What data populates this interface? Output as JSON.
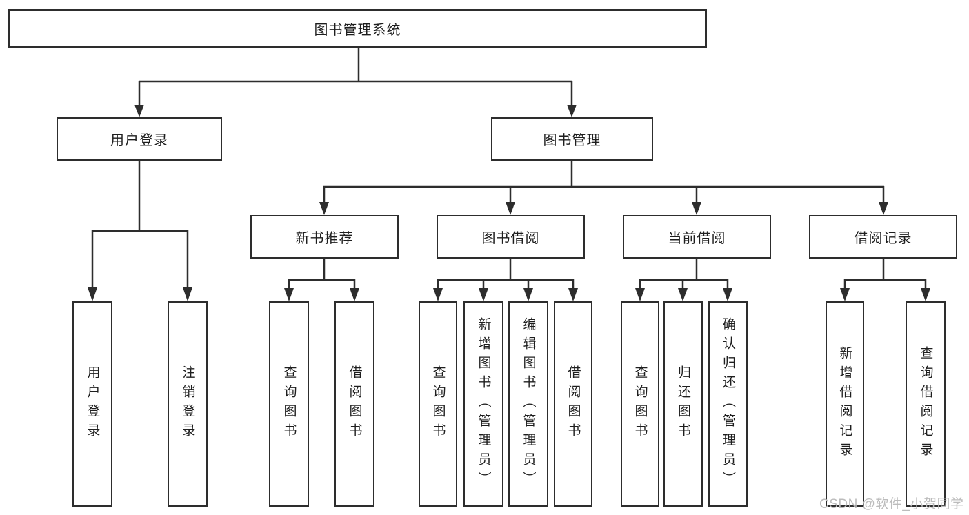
{
  "tree": {
    "label": "图书管理系统",
    "children": [
      {
        "label": "用户登录",
        "children": [
          {
            "label": "用户登录"
          },
          {
            "label": "注销登录"
          }
        ]
      },
      {
        "label": "图书管理",
        "children": [
          {
            "label": "新书推荐",
            "children": [
              {
                "label": "查询图书"
              },
              {
                "label": "借阅图书"
              }
            ]
          },
          {
            "label": "图书借阅",
            "children": [
              {
                "label": "查询图书"
              },
              {
                "label": "新增图书（管理员）"
              },
              {
                "label": "编辑图书（管理员）"
              },
              {
                "label": "借阅图书"
              }
            ]
          },
          {
            "label": "当前借阅",
            "children": [
              {
                "label": "查询图书"
              },
              {
                "label": "归还图书"
              },
              {
                "label": "确认归还（管理员）"
              }
            ]
          },
          {
            "label": "借阅记录",
            "children": [
              {
                "label": "新增借阅记录"
              },
              {
                "label": "查询借阅记录"
              }
            ]
          }
        ]
      }
    ]
  },
  "watermark": "CSDN @软件_小贺同学",
  "colors": {
    "line": "#2d2d2d",
    "text": "#1e1e1e",
    "watermark": "#bcbcbc",
    "background": "#ffffff"
  }
}
